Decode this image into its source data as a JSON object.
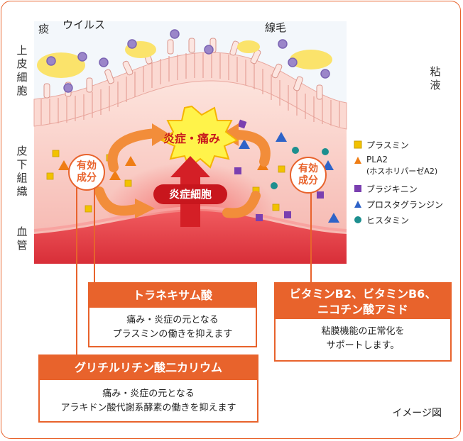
{
  "layers": {
    "epithelium": "上皮細胞",
    "subcutaneous": "皮下組織",
    "vessel": "血管",
    "mucus": "粘液"
  },
  "annotations": {
    "phlegm": "痰",
    "virus": "ウイルス",
    "cilia": "線毛"
  },
  "center": {
    "inflammation_pain": "炎症・痛み",
    "inflammatory_cell": "炎症細胞",
    "active_ingredient_left": [
      "有効",
      "成分"
    ],
    "active_ingredient_right": [
      "有効",
      "成分"
    ]
  },
  "legend": [
    {
      "label": "プラスミン",
      "sub": "",
      "shape": "cube",
      "color": "#f2c200"
    },
    {
      "label": "PLA2",
      "sub": "(ホスホリパーゼA2)",
      "shape": "triangle",
      "color": "#ef7d14"
    },
    {
      "label": "ブラジキニン",
      "sub": "",
      "shape": "cube",
      "color": "#7a3fb0"
    },
    {
      "label": "プロスタグランジン",
      "sub": "",
      "shape": "triangle",
      "color": "#2e63c8"
    },
    {
      "label": "ヒスタミン",
      "sub": "",
      "shape": "circle",
      "color": "#1d8f8f"
    }
  ],
  "callouts": {
    "tranexamic": {
      "title": "トラネキサム酸",
      "line1": "痛み・炎症の元となる",
      "line2": "プラスミンの働きを抑えます"
    },
    "glycyrrhizin": {
      "title": "グリチルリチン酸二カリウム",
      "line1": "痛み・炎症の元となる",
      "line2": "アラキドン酸代謝系酵素の働きを抑えます"
    },
    "vitamin": {
      "title_line1": "ビタミンB2、ビタミンB6、",
      "title_line2": "ニコチン酸アミド",
      "line1": "粘膜機能の正常化を",
      "line2": "サポートします。"
    }
  },
  "caption": "イメージ図",
  "colors": {
    "accent": "#e8632c",
    "inflammation": "#c8161d",
    "burst": "#fff34a",
    "tissue": "#f7c6c2",
    "vessel": "#e8424a"
  }
}
